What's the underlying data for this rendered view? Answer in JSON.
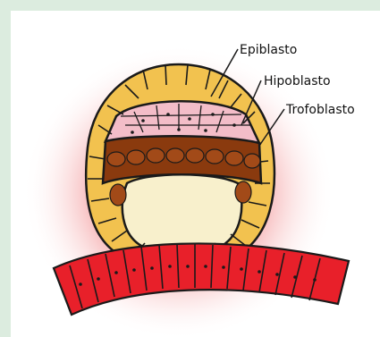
{
  "labels": {
    "epiblast": "Epiblasto",
    "hypoblast": "Hipoblasto",
    "trophoblast": "Trofoblasto"
  },
  "colors": {
    "background_mint": "#dcecdf",
    "panel": "#ffffff",
    "glow": "#f4a0a2",
    "epiblast_cells": "#f2c24f",
    "hypoblast_cells": "#f3bdc8",
    "trophoblast_dark": "#8a3a0e",
    "blastocoel": "#f8f0cc",
    "endometrium": "#e8202a",
    "outline": "#1a1a1a"
  }
}
